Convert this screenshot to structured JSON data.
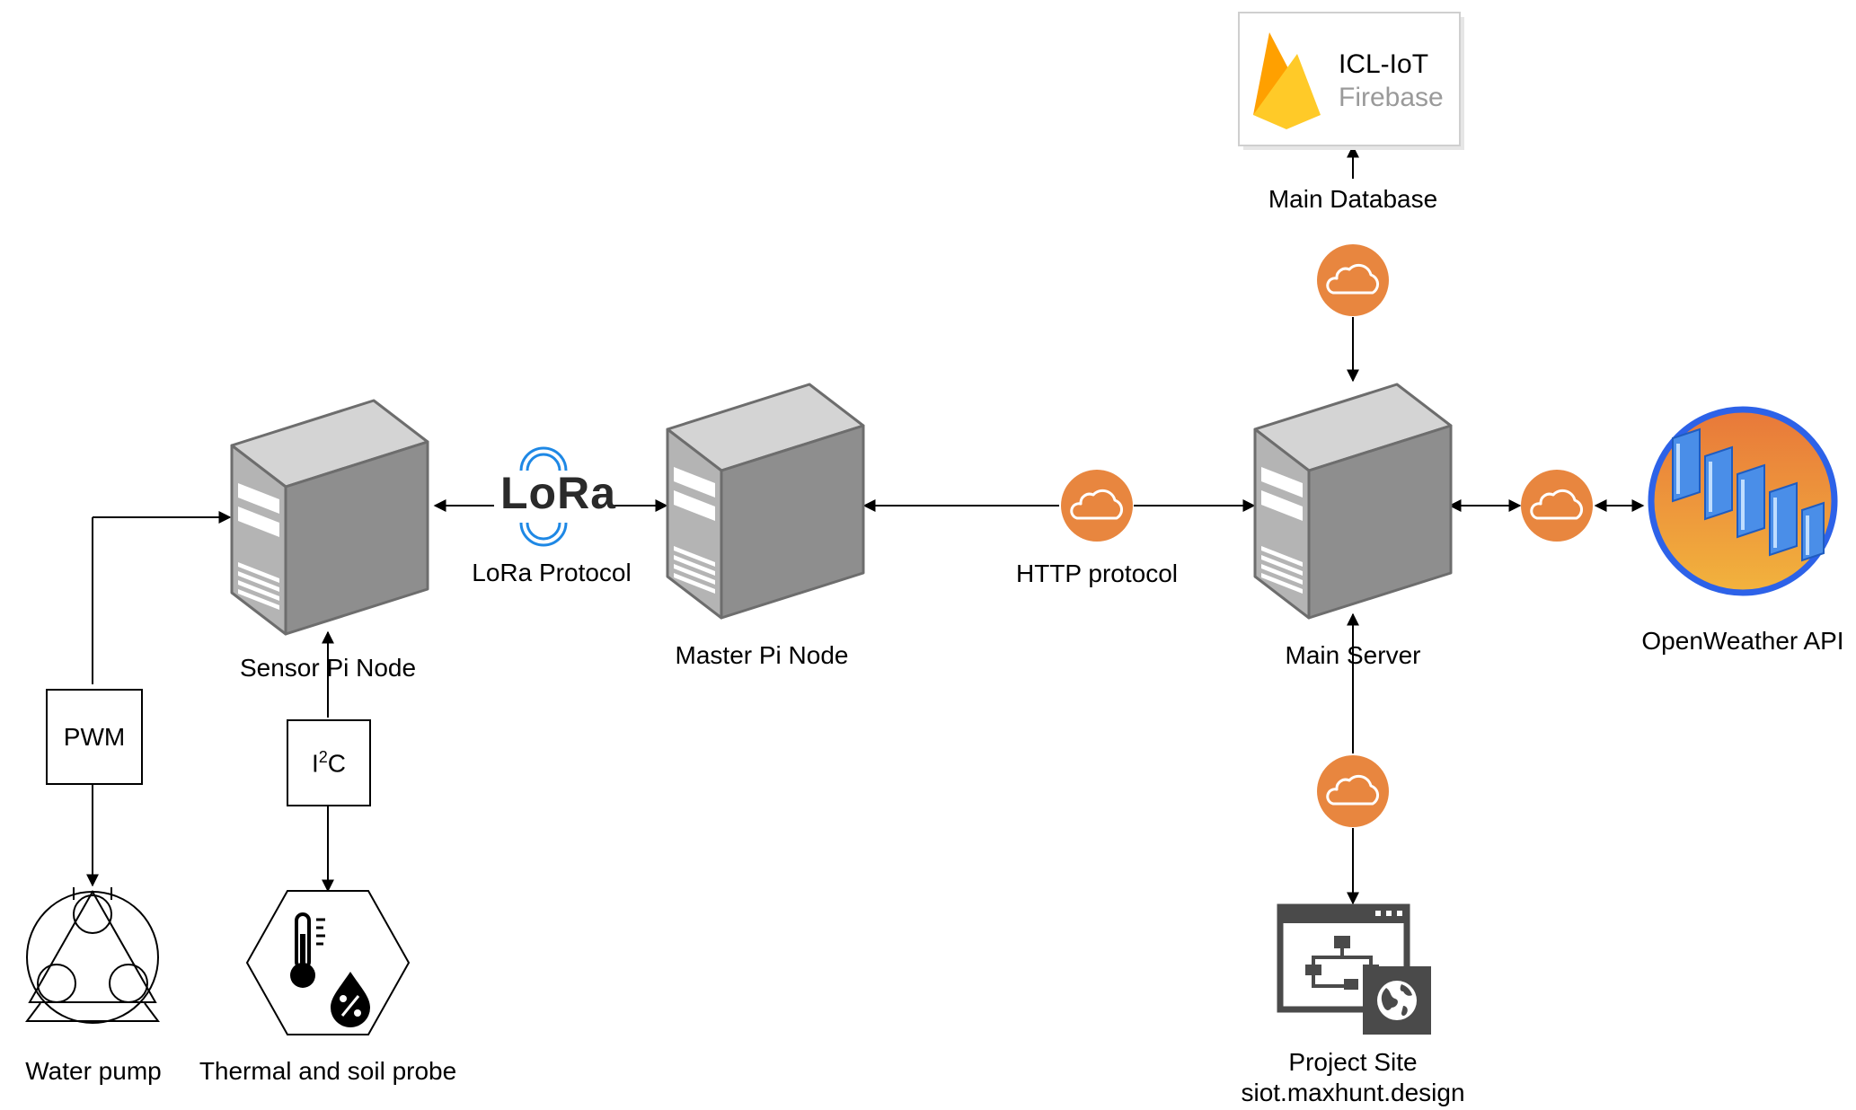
{
  "nodes": {
    "sensor_node": "Sensor Pi Node",
    "master_node": "Master Pi Node",
    "main_server": "Main Server",
    "openweather": "OpenWeather API",
    "main_database": "Main Database",
    "water_pump": "Water pump",
    "probe": "Thermal and soil probe",
    "project_site_title": "Project Site",
    "project_site_url": "siot.maxhunt.design"
  },
  "protocols": {
    "lora": "LoRa Protocol",
    "lora_logo": "LoRa",
    "http": "HTTP protocol",
    "pwm": "PWM",
    "i2c_base": "I",
    "i2c_sup": "2",
    "i2c_end": "C"
  },
  "firebase": {
    "title": "ICL-IoT",
    "subtitle": "Firebase"
  },
  "colors": {
    "cloud_orange": "#E8863F",
    "server_gray": "#8C8C8C",
    "firebase_yellow": "#FFCA28",
    "globe_blue": "#2D62E8"
  },
  "icons": [
    "server-icon",
    "cloud-icon",
    "firebase-icon",
    "pump-icon",
    "thermometer-icon",
    "website-icon",
    "globe-icon",
    "api-servers-icon",
    "lora-logo"
  ]
}
